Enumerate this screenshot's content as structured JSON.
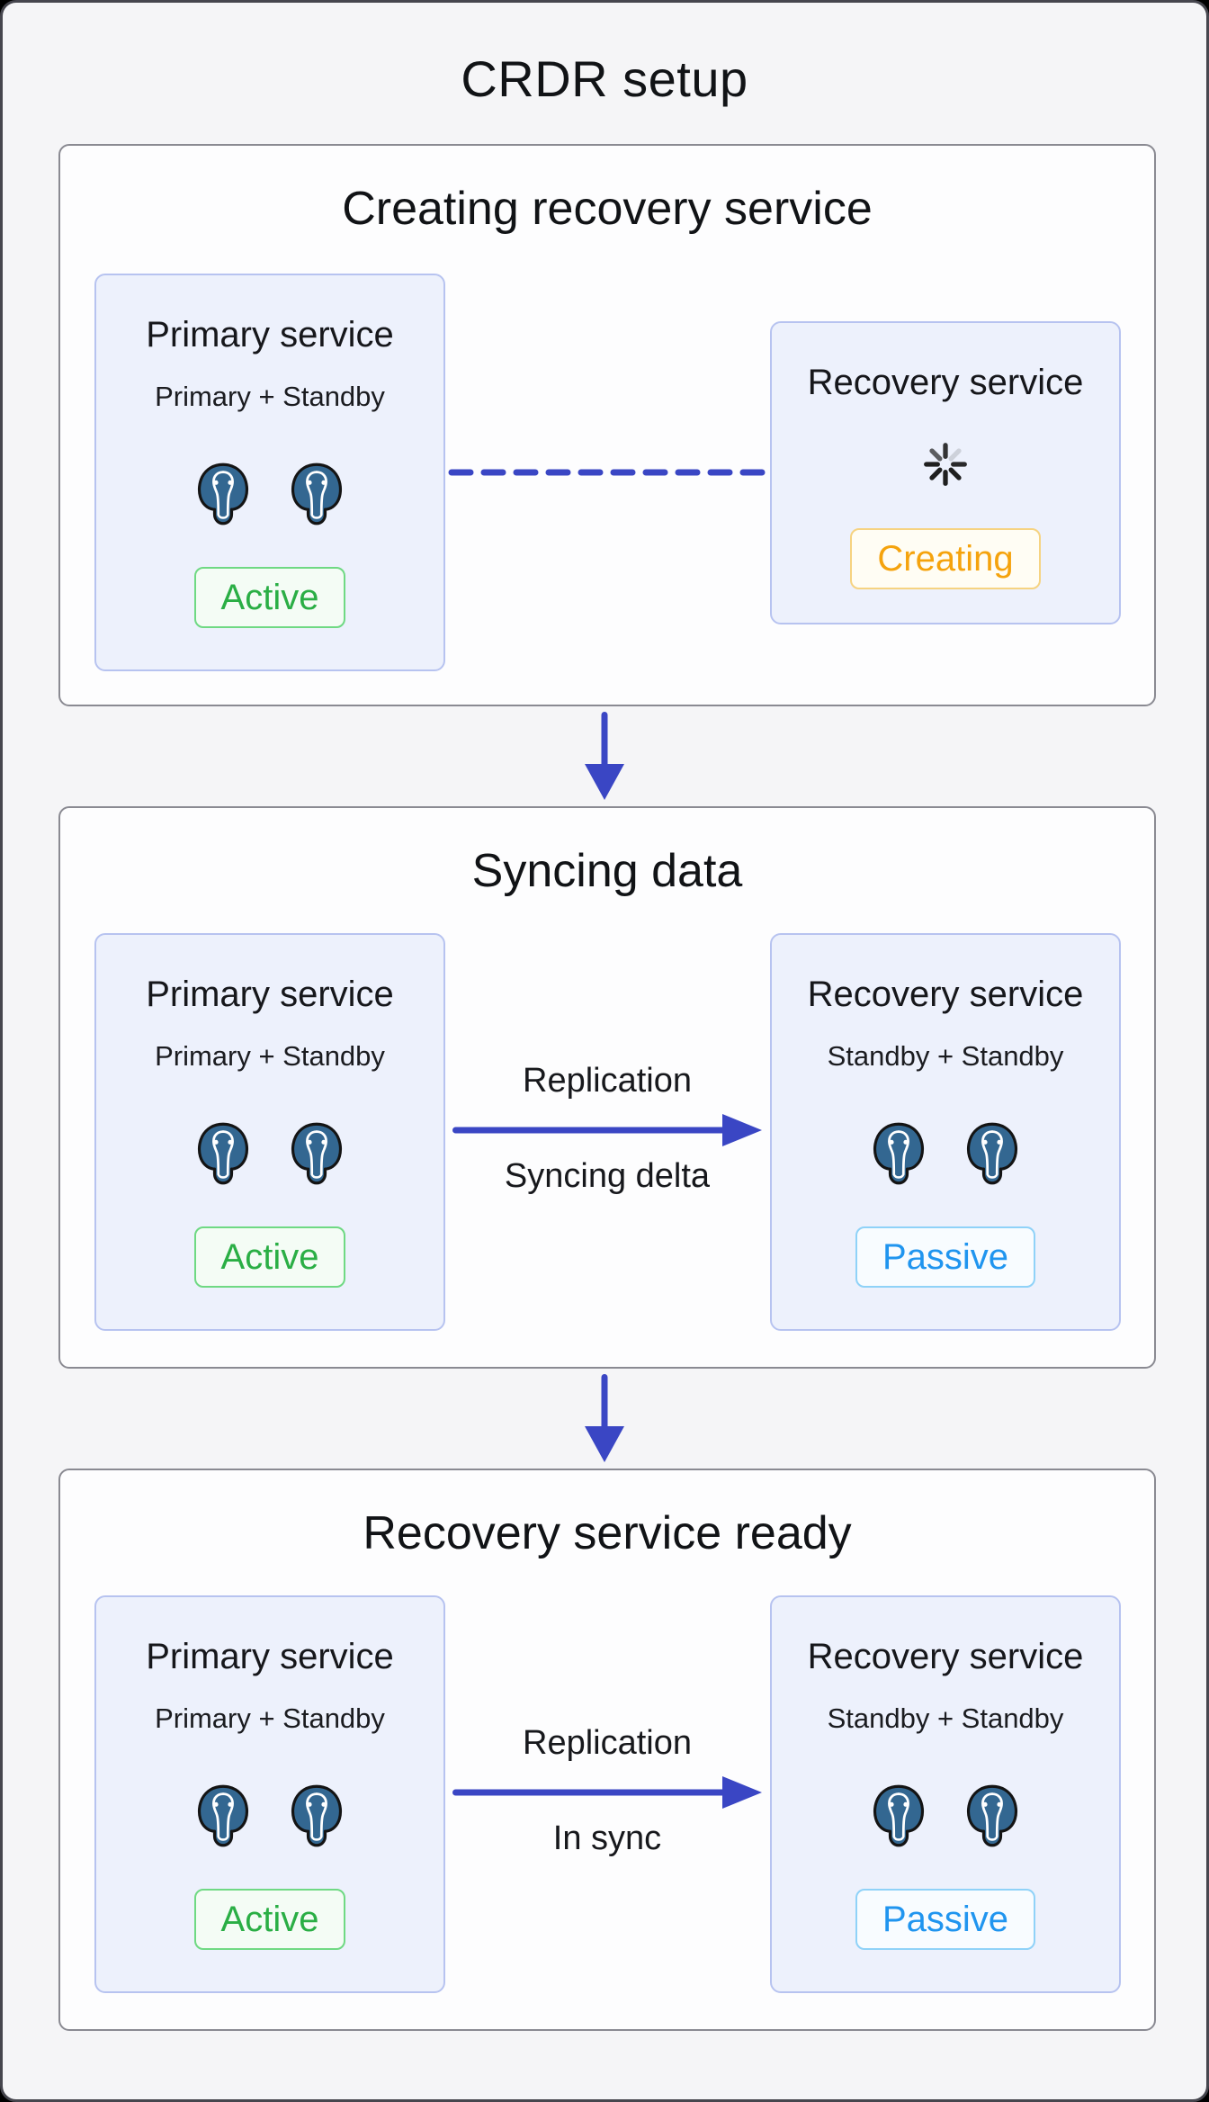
{
  "page": {
    "title": "CRDR setup"
  },
  "colors": {
    "accent_indigo": "#3a46c4",
    "elephant_blue": "#336791",
    "active_green": "#2aae45",
    "creating_orange": "#f5a30d",
    "passive_blue": "#2095ef",
    "card_bg": "#edf1fc",
    "card_border": "#b7c3f0",
    "section_border": "#8a8a92",
    "page_bg": "#f5f5f7"
  },
  "sections": [
    {
      "title": "Creating recovery service",
      "connector": {
        "type": "dashed-line",
        "labels": []
      },
      "cards": [
        {
          "title": "Primary service",
          "subtitle": "Primary + Standby",
          "postgres_instances": 2,
          "badge": {
            "label": "Active",
            "state": "active"
          }
        },
        {
          "title": "Recovery service",
          "spinner": true,
          "badge": {
            "label": "Creating",
            "state": "creating"
          }
        }
      ]
    },
    {
      "title": "Syncing data",
      "connector": {
        "type": "solid-arrow-right",
        "label_top": "Replication",
        "label_bottom": "Syncing delta"
      },
      "cards": [
        {
          "title": "Primary service",
          "subtitle": "Primary + Standby",
          "postgres_instances": 2,
          "badge": {
            "label": "Active",
            "state": "active"
          }
        },
        {
          "title": "Recovery service",
          "subtitle": "Standby + Standby",
          "postgres_instances": 2,
          "badge": {
            "label": "Passive",
            "state": "passive"
          }
        }
      ]
    },
    {
      "title": "Recovery service ready",
      "connector": {
        "type": "solid-arrow-right",
        "label_top": "Replication",
        "label_bottom": "In sync"
      },
      "cards": [
        {
          "title": "Primary service",
          "subtitle": "Primary + Standby",
          "postgres_instances": 2,
          "badge": {
            "label": "Active",
            "state": "active"
          }
        },
        {
          "title": "Recovery service",
          "subtitle": "Standby + Standby",
          "postgres_instances": 2,
          "badge": {
            "label": "Passive",
            "state": "passive"
          }
        }
      ]
    }
  ]
}
